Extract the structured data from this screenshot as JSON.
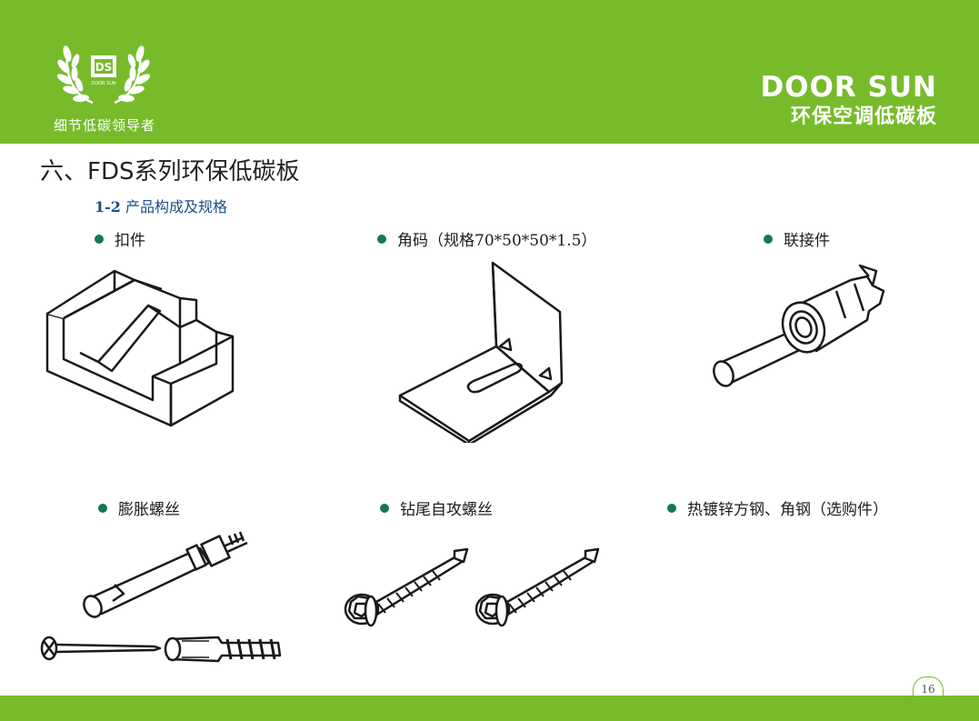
{
  "header": {
    "logo_tagline": "细节低碳领导者",
    "logo_mark_text": "DOOR SUN",
    "brand_name": "DOOR SUN",
    "brand_subtitle": "环保空调低碳板",
    "colors": {
      "band": "#77bb2b",
      "text": "#ffffff"
    }
  },
  "main": {
    "title": "六、FDS系列环保低碳板",
    "subtitle_num": "1-2",
    "subtitle_text": "产品构成及规格",
    "items": [
      {
        "label": "扣件",
        "icon": "clip-icon"
      },
      {
        "label": "角码（规格70*50*50*1.5）",
        "icon": "angle-bracket-icon"
      },
      {
        "label": "联接件",
        "icon": "connector-icon"
      },
      {
        "label": "膨胀螺丝",
        "icon": "expansion-bolt-icon"
      },
      {
        "label": "钻尾自攻螺丝",
        "icon": "self-drilling-screw-icon"
      },
      {
        "label": "热镀锌方钢、角钢（选购件）",
        "icon": ""
      }
    ],
    "bullet_color": "#127a50"
  },
  "footer": {
    "page_number": "16"
  }
}
